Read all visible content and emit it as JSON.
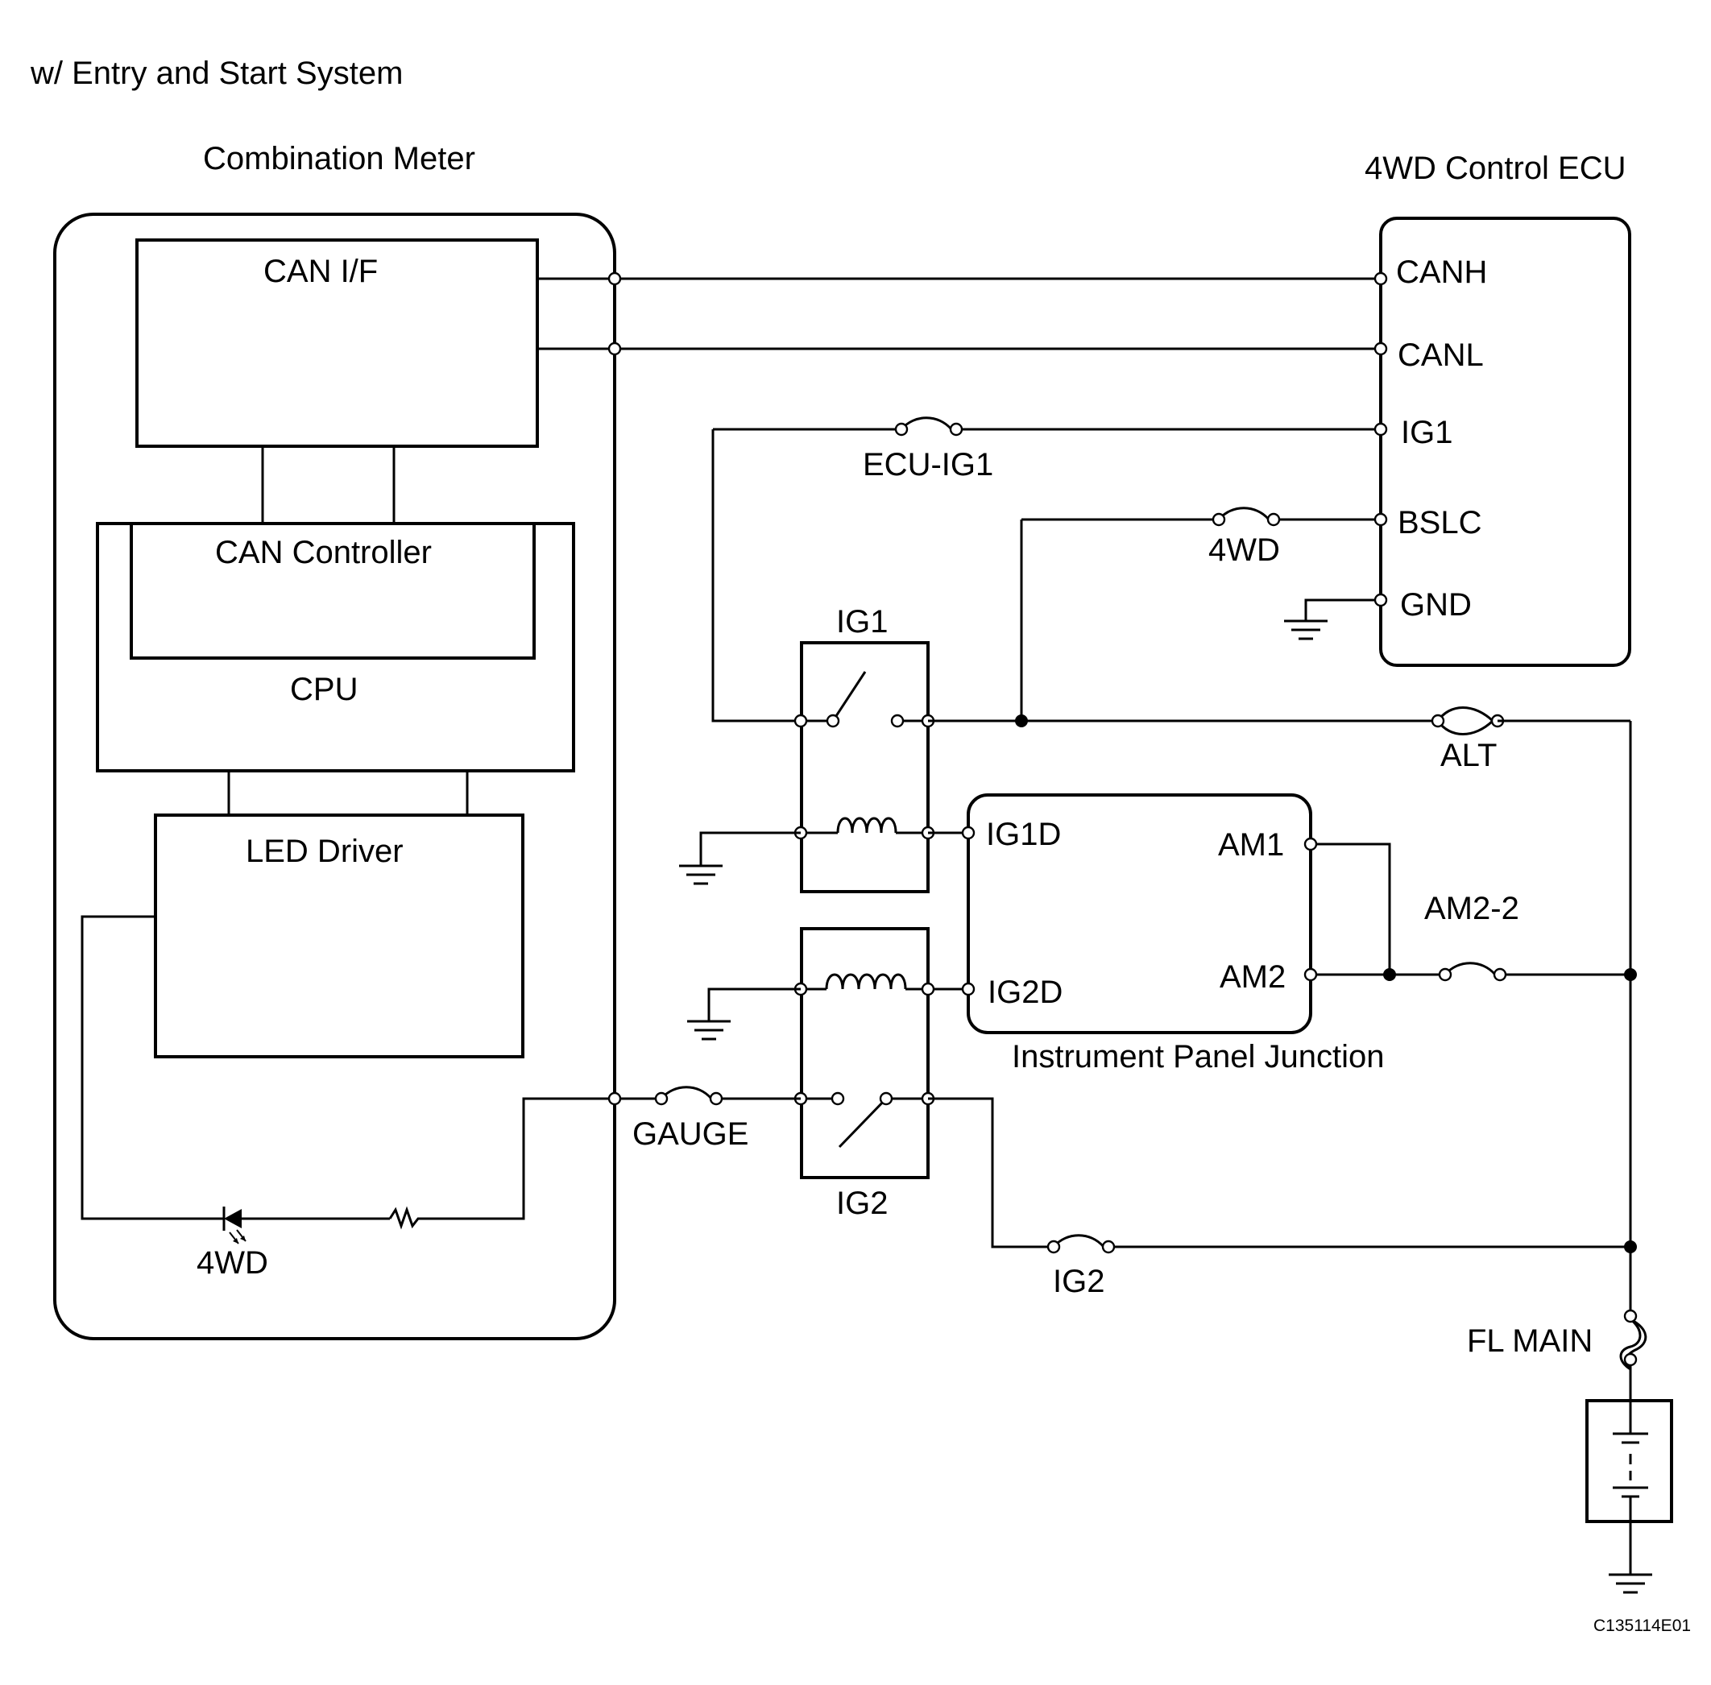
{
  "header": {
    "title": "w/ Entry and Start System"
  },
  "components": {
    "combination_meter": {
      "label": "Combination Meter",
      "can_if": "CAN I/F",
      "can_controller": "CAN Controller",
      "cpu": "CPU",
      "led_driver": "LED Driver",
      "led_label": "4WD"
    },
    "ecu": {
      "label": "4WD Control ECU",
      "pins": [
        "CANH",
        "CANL",
        "IG1",
        "BSLC",
        "GND"
      ]
    },
    "junction": {
      "label": "Instrument Panel Junction",
      "ig1d": "IG1D",
      "ig2d": "IG2D",
      "am1": "AM1",
      "am2": "AM2"
    },
    "relays": {
      "ig1": "IG1",
      "ig2": "IG2"
    },
    "fuses": {
      "ecu_ig1": "ECU-IG1",
      "fwd": "4WD",
      "alt": "ALT",
      "am2_2": "AM2-2",
      "gauge": "GAUGE",
      "ig2": "IG2",
      "fl_main": "FL MAIN"
    }
  },
  "footer": {
    "code": "C135114E01"
  }
}
